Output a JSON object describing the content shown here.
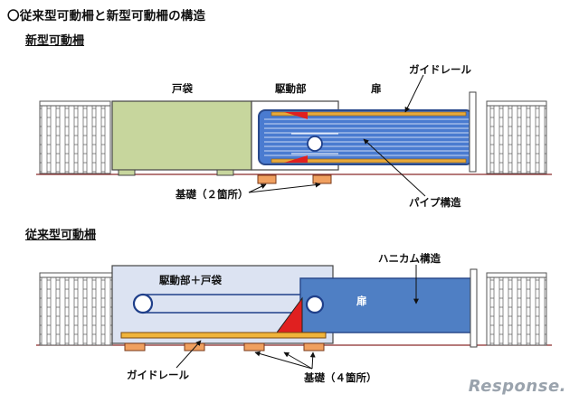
{
  "title": "〇従来型可動柵と新型可動柵の構造",
  "new_type": {
    "section_label": "新型可動柵",
    "labels": {
      "door_pocket": "戸袋",
      "drive_unit": "駆動部",
      "door": "扉",
      "guide_rail": "ガイドレール",
      "foundation": "基礎（２箇所）",
      "pipe_structure": "パイプ構造"
    },
    "colors": {
      "door_pocket_fill": "#c7d69d",
      "door_fill": "#4a7bd0",
      "pipe_line": "#c9d9f5",
      "rail_fill": "#e8a93a"
    }
  },
  "old_type": {
    "section_label": "従来型可動柵",
    "labels": {
      "drive_pocket": "駆動部＋戸袋",
      "door": "扉",
      "honeycomb": "ハニカム構造",
      "guide_rail": "ガイドレール",
      "foundation": "基礎（４箇所）"
    },
    "colors": {
      "housing_fill": "#dce3f2",
      "door_fill": "#4f7fc4",
      "wedge_fill": "#e02020",
      "rail_fill": "#f0b43a"
    }
  },
  "watermark": "Response."
}
